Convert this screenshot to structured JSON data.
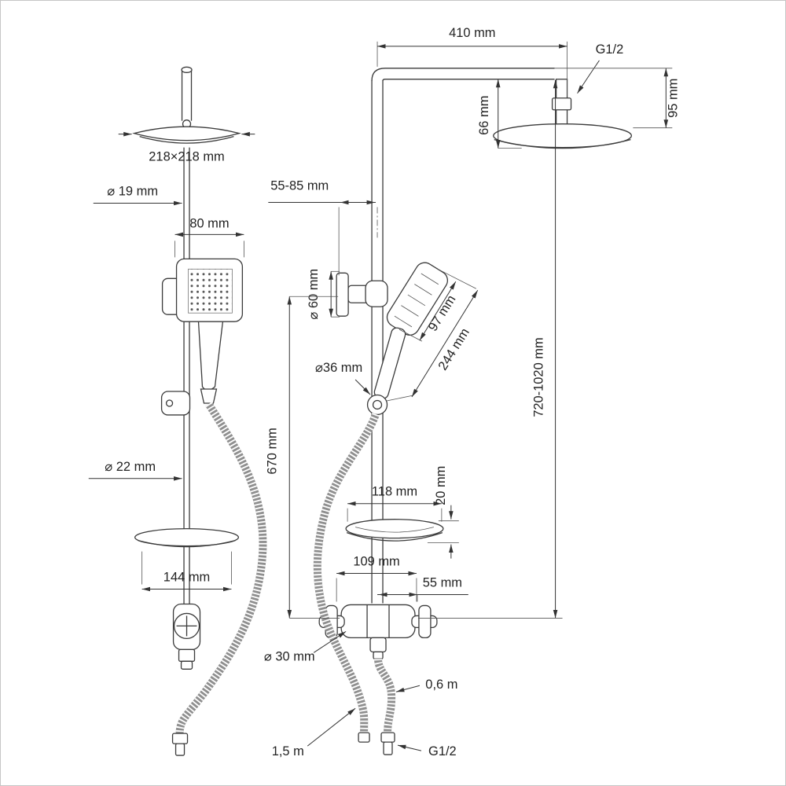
{
  "diagram": {
    "side_view": {
      "head_size": "218×218 mm",
      "pipe_diameter": "⌀ 19 mm",
      "hand_shower_width": "80 mm",
      "column_diameter": "⌀ 22 mm",
      "soap_dish_width": "144 mm"
    },
    "front_view": {
      "arm_length": "410 mm",
      "top_connection": "G1/2",
      "arm_drop": "95 mm",
      "head_offset": "66 mm",
      "wall_distance": "55-85 mm",
      "bracket_diameter": "⌀ 60 mm",
      "hand_head_length": "97 mm",
      "hand_shower_length": "244 mm",
      "connector_diameter": "⌀36 mm",
      "lower_column_height": "670 mm",
      "total_height": "720-1020 mm",
      "dish_diameter": "118 mm",
      "dish_depth": "20 mm",
      "valve_width": "109 mm",
      "valve_offset": "55 mm",
      "valve_diameter": "⌀ 30 mm",
      "short_hose_length": "0,6 m",
      "long_hose_length": "1,5 m",
      "bottom_connection": "G1/2"
    }
  }
}
